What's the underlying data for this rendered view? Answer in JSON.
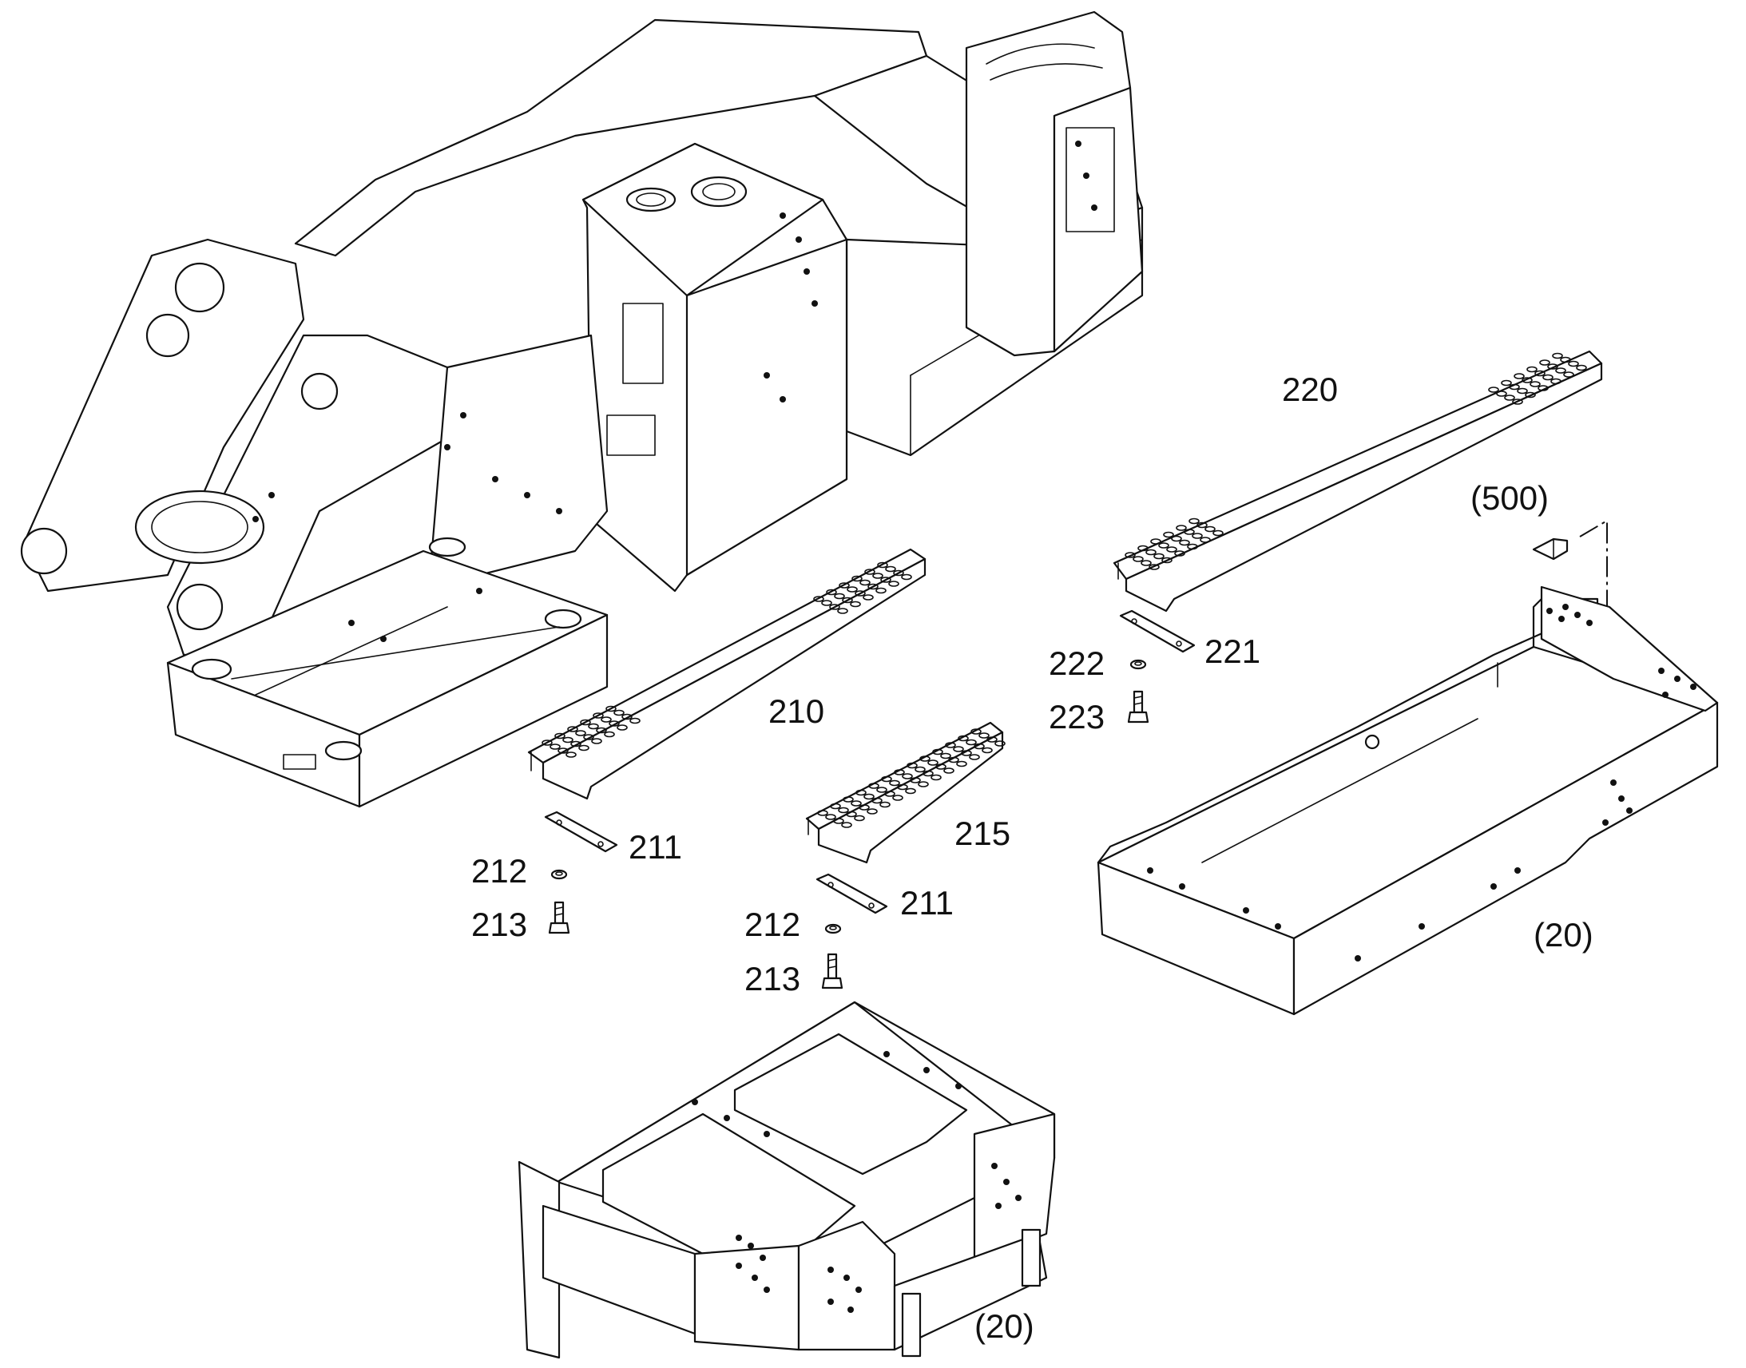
{
  "diagram": {
    "callouts": {
      "c210": "210",
      "c211a": "211",
      "c212a": "212",
      "c213a": "213",
      "c215": "215",
      "c211b": "211",
      "c212b": "212",
      "c213b": "213",
      "c220": "220",
      "c221": "221",
      "c222": "222",
      "c223": "223",
      "c500": "(500)",
      "c20a": "(20)",
      "c20b": "(20)"
    },
    "colors": {
      "line": "#111111",
      "background": "#ffffff"
    }
  }
}
